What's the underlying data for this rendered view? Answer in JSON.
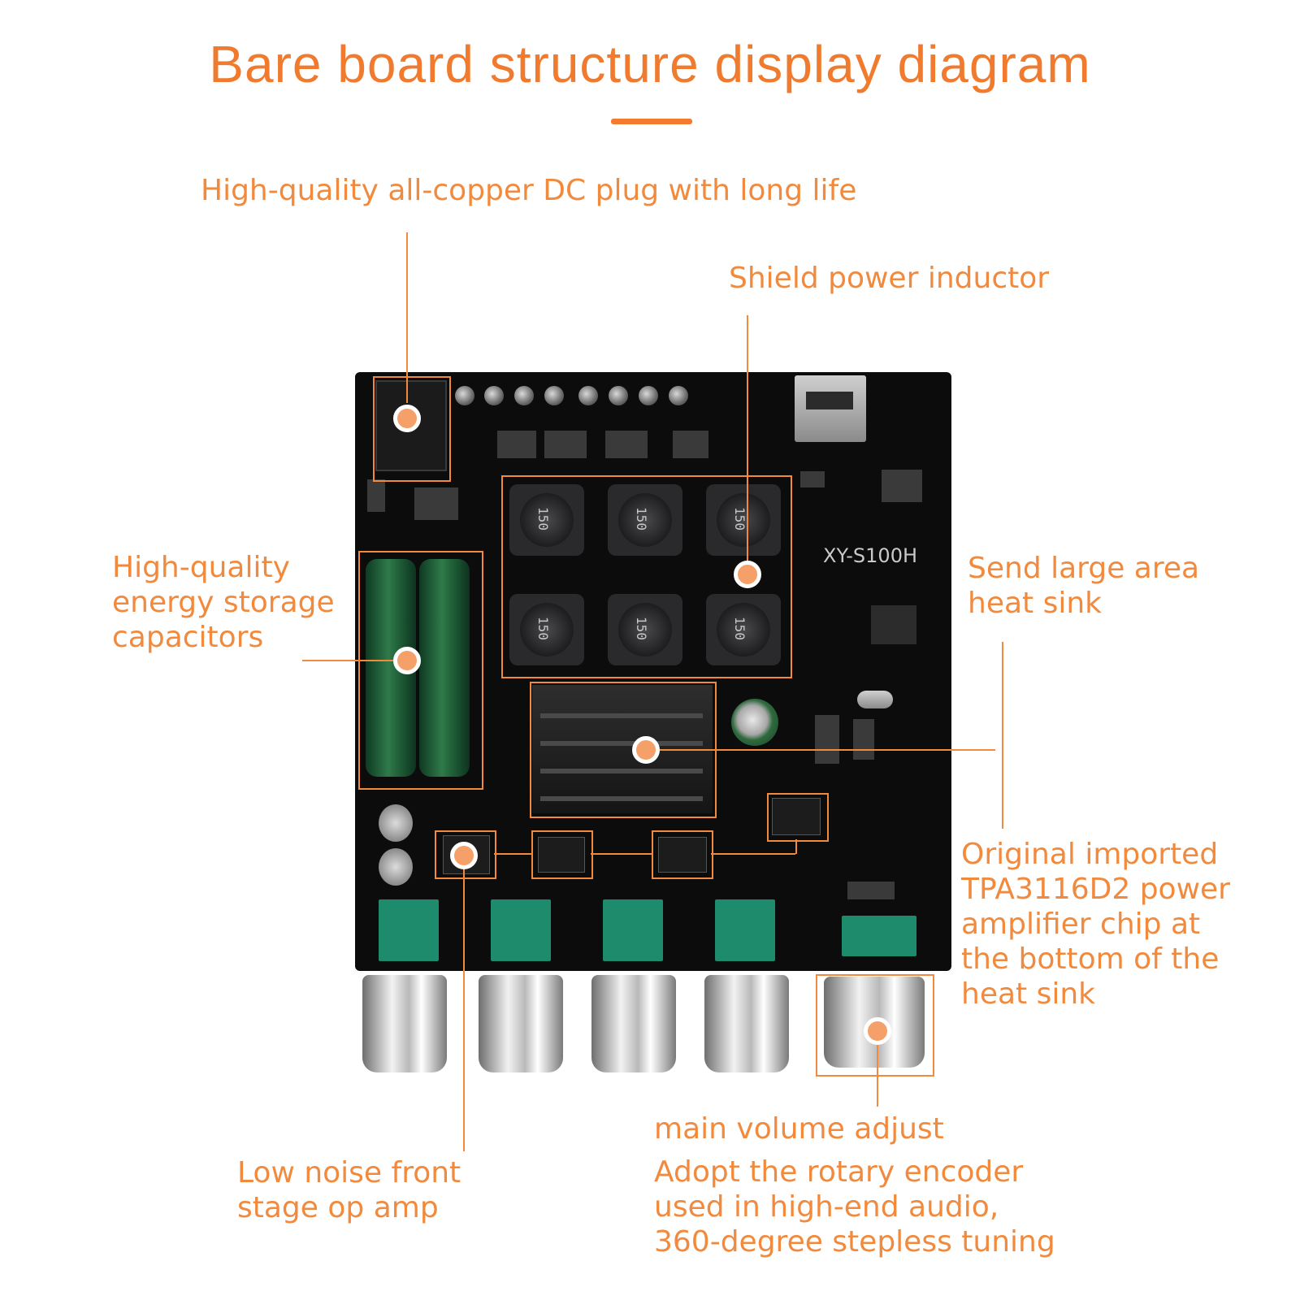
{
  "title": "Bare board structure display diagram",
  "board_model": "XY-S100H",
  "inductor_marking": "150",
  "annotations": {
    "dc_plug": "High-quality all-copper DC plug with long life",
    "inductor": "Shield power inductor",
    "capacitors": [
      "High-quality",
      "energy storage",
      "capacitors"
    ],
    "heat_sink": [
      "Send large area",
      "heat sink"
    ],
    "amp_chip": [
      "Original imported",
      "TPA3116D2 power",
      "amplifier chip at",
      "the bottom of the",
      "heat sink"
    ],
    "op_amp": [
      "Low noise front",
      "stage op amp"
    ],
    "volume_title": "main volume adjust",
    "volume_desc": [
      "Adopt the rotary encoder",
      "used in high-end audio,",
      "360-degree stepless tuning"
    ]
  },
  "colors": {
    "accent": "#f28a3e",
    "title": "#f07a2e",
    "board": "#0c0c0d"
  }
}
